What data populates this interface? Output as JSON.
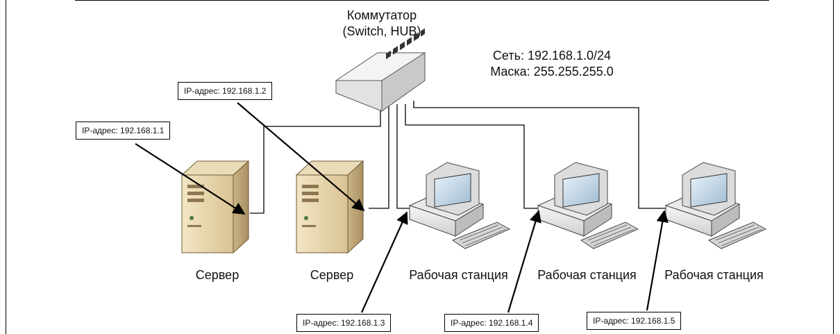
{
  "switch": {
    "title": "Коммутатор",
    "subtitle": "(Switch, HUB)"
  },
  "network": {
    "net": "Сеть: 192.168.1.0/24",
    "mask": "Маска: 255.255.255.0"
  },
  "devices": [
    {
      "caption": "Сервер",
      "ip": "IP-адрес: 192.168.1.1",
      "icon": "server-icon"
    },
    {
      "caption": "Сервер",
      "ip": "IP-адрес: 192.168.1.2",
      "icon": "server-icon"
    },
    {
      "caption": "Рабочая станция",
      "ip": "IP-адрес: 192.168.1.3",
      "icon": "workstation-icon"
    },
    {
      "caption": "Рабочая станция",
      "ip": "IP-адрес: 192.168.1.4",
      "icon": "workstation-icon"
    },
    {
      "caption": "Рабочая станция",
      "ip": "IP-адрес: 192.168.1.5",
      "icon": "workstation-icon"
    }
  ],
  "colors": {
    "server_body": "#e6d5ad",
    "server_side": "#cdb78c",
    "pc_body": "#eeeeee",
    "line": "#000000"
  }
}
